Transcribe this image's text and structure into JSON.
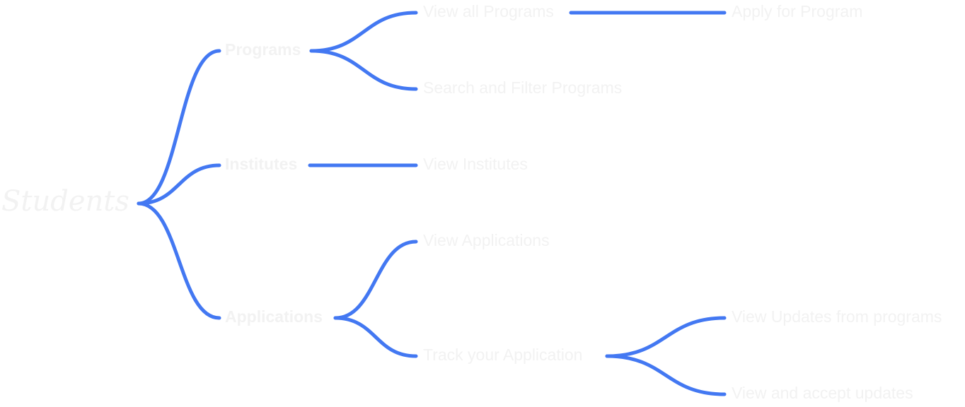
{
  "colors": {
    "link": "#4378f2",
    "text": "#f2f2f2"
  },
  "mindmap": {
    "root": "Students",
    "branches": [
      {
        "label": "Programs",
        "children": [
          {
            "label": "View all Programs",
            "children": [
              {
                "label": "Apply for Program"
              }
            ]
          },
          {
            "label": "Search and Filter Programs"
          }
        ]
      },
      {
        "label": "Institutes",
        "children": [
          {
            "label": "View Institutes"
          }
        ]
      },
      {
        "label": "Applications",
        "children": [
          {
            "label": "View Applications"
          },
          {
            "label": "Track your Application",
            "children": [
              {
                "label": "View Updates from programs"
              },
              {
                "label": "View and accept updates"
              }
            ]
          }
        ]
      }
    ]
  }
}
